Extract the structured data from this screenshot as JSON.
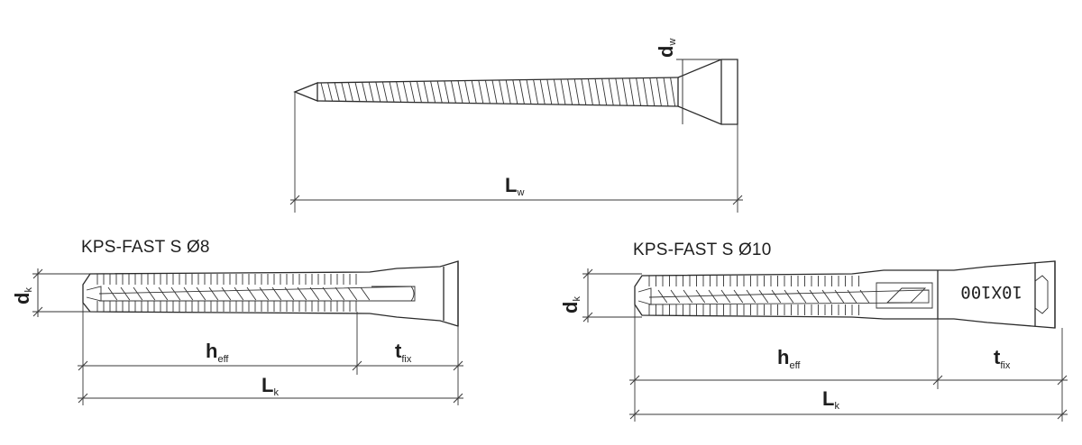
{
  "screw": {
    "d_label": "d",
    "d_sub": "w",
    "L_label": "L",
    "L_sub": "w"
  },
  "anchor_8": {
    "title": "KPS-FAST S Ø8",
    "d_label": "d",
    "d_sub": "k",
    "h_label": "h",
    "h_sub": "eff",
    "t_label": "t",
    "t_sub": "fix",
    "L_label": "L",
    "L_sub": "k"
  },
  "anchor_10": {
    "title": "KPS-FAST S Ø10",
    "marking": "10X100",
    "d_label": "d",
    "d_sub": "k",
    "h_label": "h",
    "h_sub": "eff",
    "t_label": "t",
    "t_sub": "fix",
    "L_label": "L",
    "L_sub": "k"
  }
}
